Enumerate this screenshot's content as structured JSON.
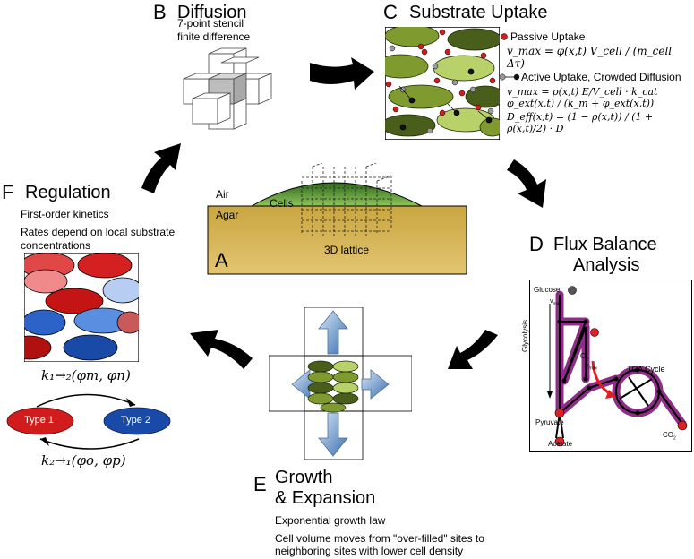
{
  "panel_b": {
    "letter": "B",
    "title": "Diffusion",
    "line1": "7-point stencil",
    "line2": "finite difference"
  },
  "panel_c": {
    "letter": "C",
    "title": "Substrate Uptake",
    "passive_label": "Passive Uptake",
    "passive_eq": "v_max = φ(x,t) V_cell / (m_cell Δτ)",
    "active_label": "Active Uptake, Crowded Diffusion",
    "active_eq": "v_max = ρ(x,t) E/V_cell · k_cat φ_ext(x,t) / (k_m + φ_ext(x,t))",
    "deff_eq": "D_eff(x,t) = (1 − ρ(x,t)) / (1 + ρ(x,t)/2) · D"
  },
  "panel_a": {
    "letter": "A",
    "air": "Air",
    "agar": "Agar",
    "cells": "Cells",
    "lattice": "3D lattice"
  },
  "panel_d": {
    "letter": "D",
    "title_line1": "Flux Balance",
    "title_line2": "Analysis",
    "glucose": "Glucose",
    "vmax": "v",
    "vmax_sub": "max",
    "glycolysis": "Glycolysis",
    "o2": "O",
    "o2_sub": "2",
    "tca": "TCA Cycle",
    "pyruvate": "Pyruvate",
    "acetate": "Acetate",
    "co2": "CO",
    "co2_sub": "2"
  },
  "panel_e": {
    "letter": "E",
    "title_line1": "Growth",
    "title_line2": "& Expansion",
    "line1": "Exponential growth law",
    "line2": "Cell volume moves from \"over-filled\" sites to",
    "line3": "neighboring sites with lower cell density"
  },
  "panel_f": {
    "letter": "F",
    "title": "Regulation",
    "line1": "First-order kinetics",
    "line2": "Rates depend on local substrate",
    "line3": "concentrations",
    "type1": "Type 1",
    "type2": "Type 2",
    "k12": "k₁→₂(φm, φn)",
    "k21": "k₂→₁(φo, φp)"
  },
  "colors": {
    "dark_green": "#4a5e1c",
    "mid_green": "#7f9a2e",
    "light_green": "#b9d169",
    "agar": "#d2b24f",
    "purple": "#8e2d88",
    "red": "#d01c1c",
    "blue": "#1a4aa8"
  }
}
